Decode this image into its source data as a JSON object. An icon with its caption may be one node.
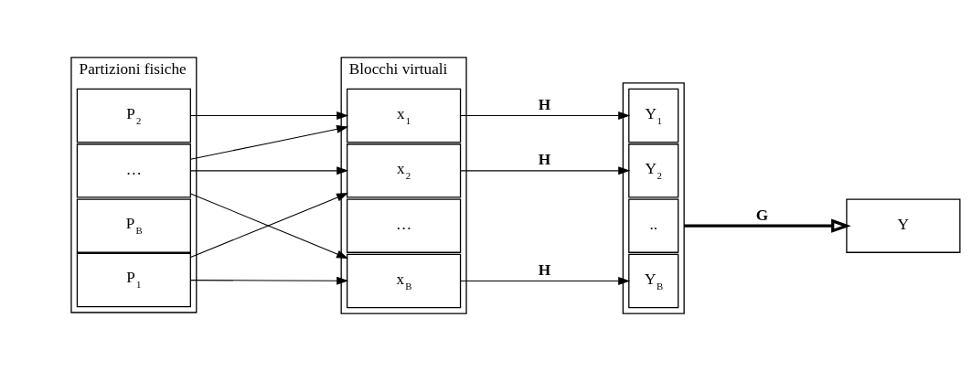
{
  "diagram": {
    "nodes": [
      {
        "text": [
          "Partizioni fisiche"
        ]
      },
      {
        "text": [
          "P$_{1}$"
        ],
        "in": 0
      },
      {
        "text": [
          "P$_{2}$"
        ],
        "in": 0
      },
      {
        "text": [
          "…"
        ],
        "in": 0
      },
      {
        "text": [
          "P$_{B}$"
        ],
        "in": 0
      },
      {
        "text": [
          "Blocchi virtuali"
        ]
      },
      {
        "text": [
          "x$_{1}$"
        ],
        "in": 5
      },
      {
        "text": [
          "x$_{2}$"
        ],
        "in": 5
      },
      {
        "text": [
          "…"
        ],
        "in": 5
      },
      {
        "text": [
          "x$_{B}$"
        ],
        "in": 5
      },
      {
        "text": [],
        "shape": "box"
      },
      {
        "text": [
          "Y$_{1}$"
        ],
        "in": 10
      },
      {
        "text": [
          "Y$_{2}$"
        ],
        "in": 10
      },
      {
        "text": [
          ".."
        ],
        "in": 10
      },
      {
        "text": [
          "Y$_{B}$"
        ],
        "in": 10
      },
      {
        "text": [
          "Y"
        ]
      }
    ],
    "edges": [
      {
        "from": 1,
        "to": 7,
        "arrow": "to"
      },
      {
        "from": 1,
        "to": 9,
        "arrow": "to"
      },
      {
        "from": 2,
        "to": 6,
        "arrow": "to"
      },
      {
        "from": 3,
        "to": 6,
        "arrow": "to"
      },
      {
        "from": 3,
        "to": 9,
        "arrow": "to"
      },
      {
        "from": 3,
        "to": 7,
        "arrow": "to"
      },
      {
        "from": 6,
        "to": 11,
        "label": "H",
        "arrow": "to"
      },
      {
        "from": 7,
        "to": 12,
        "label": "H",
        "arrow": "to"
      },
      {
        "from": 9,
        "to": 14,
        "label": "H",
        "arrow": "to"
      },
      {
        "from": 10,
        "to": 15,
        "label": "G",
        "arrow": "to",
        "style": "thick"
      }
    ]
  }
}
